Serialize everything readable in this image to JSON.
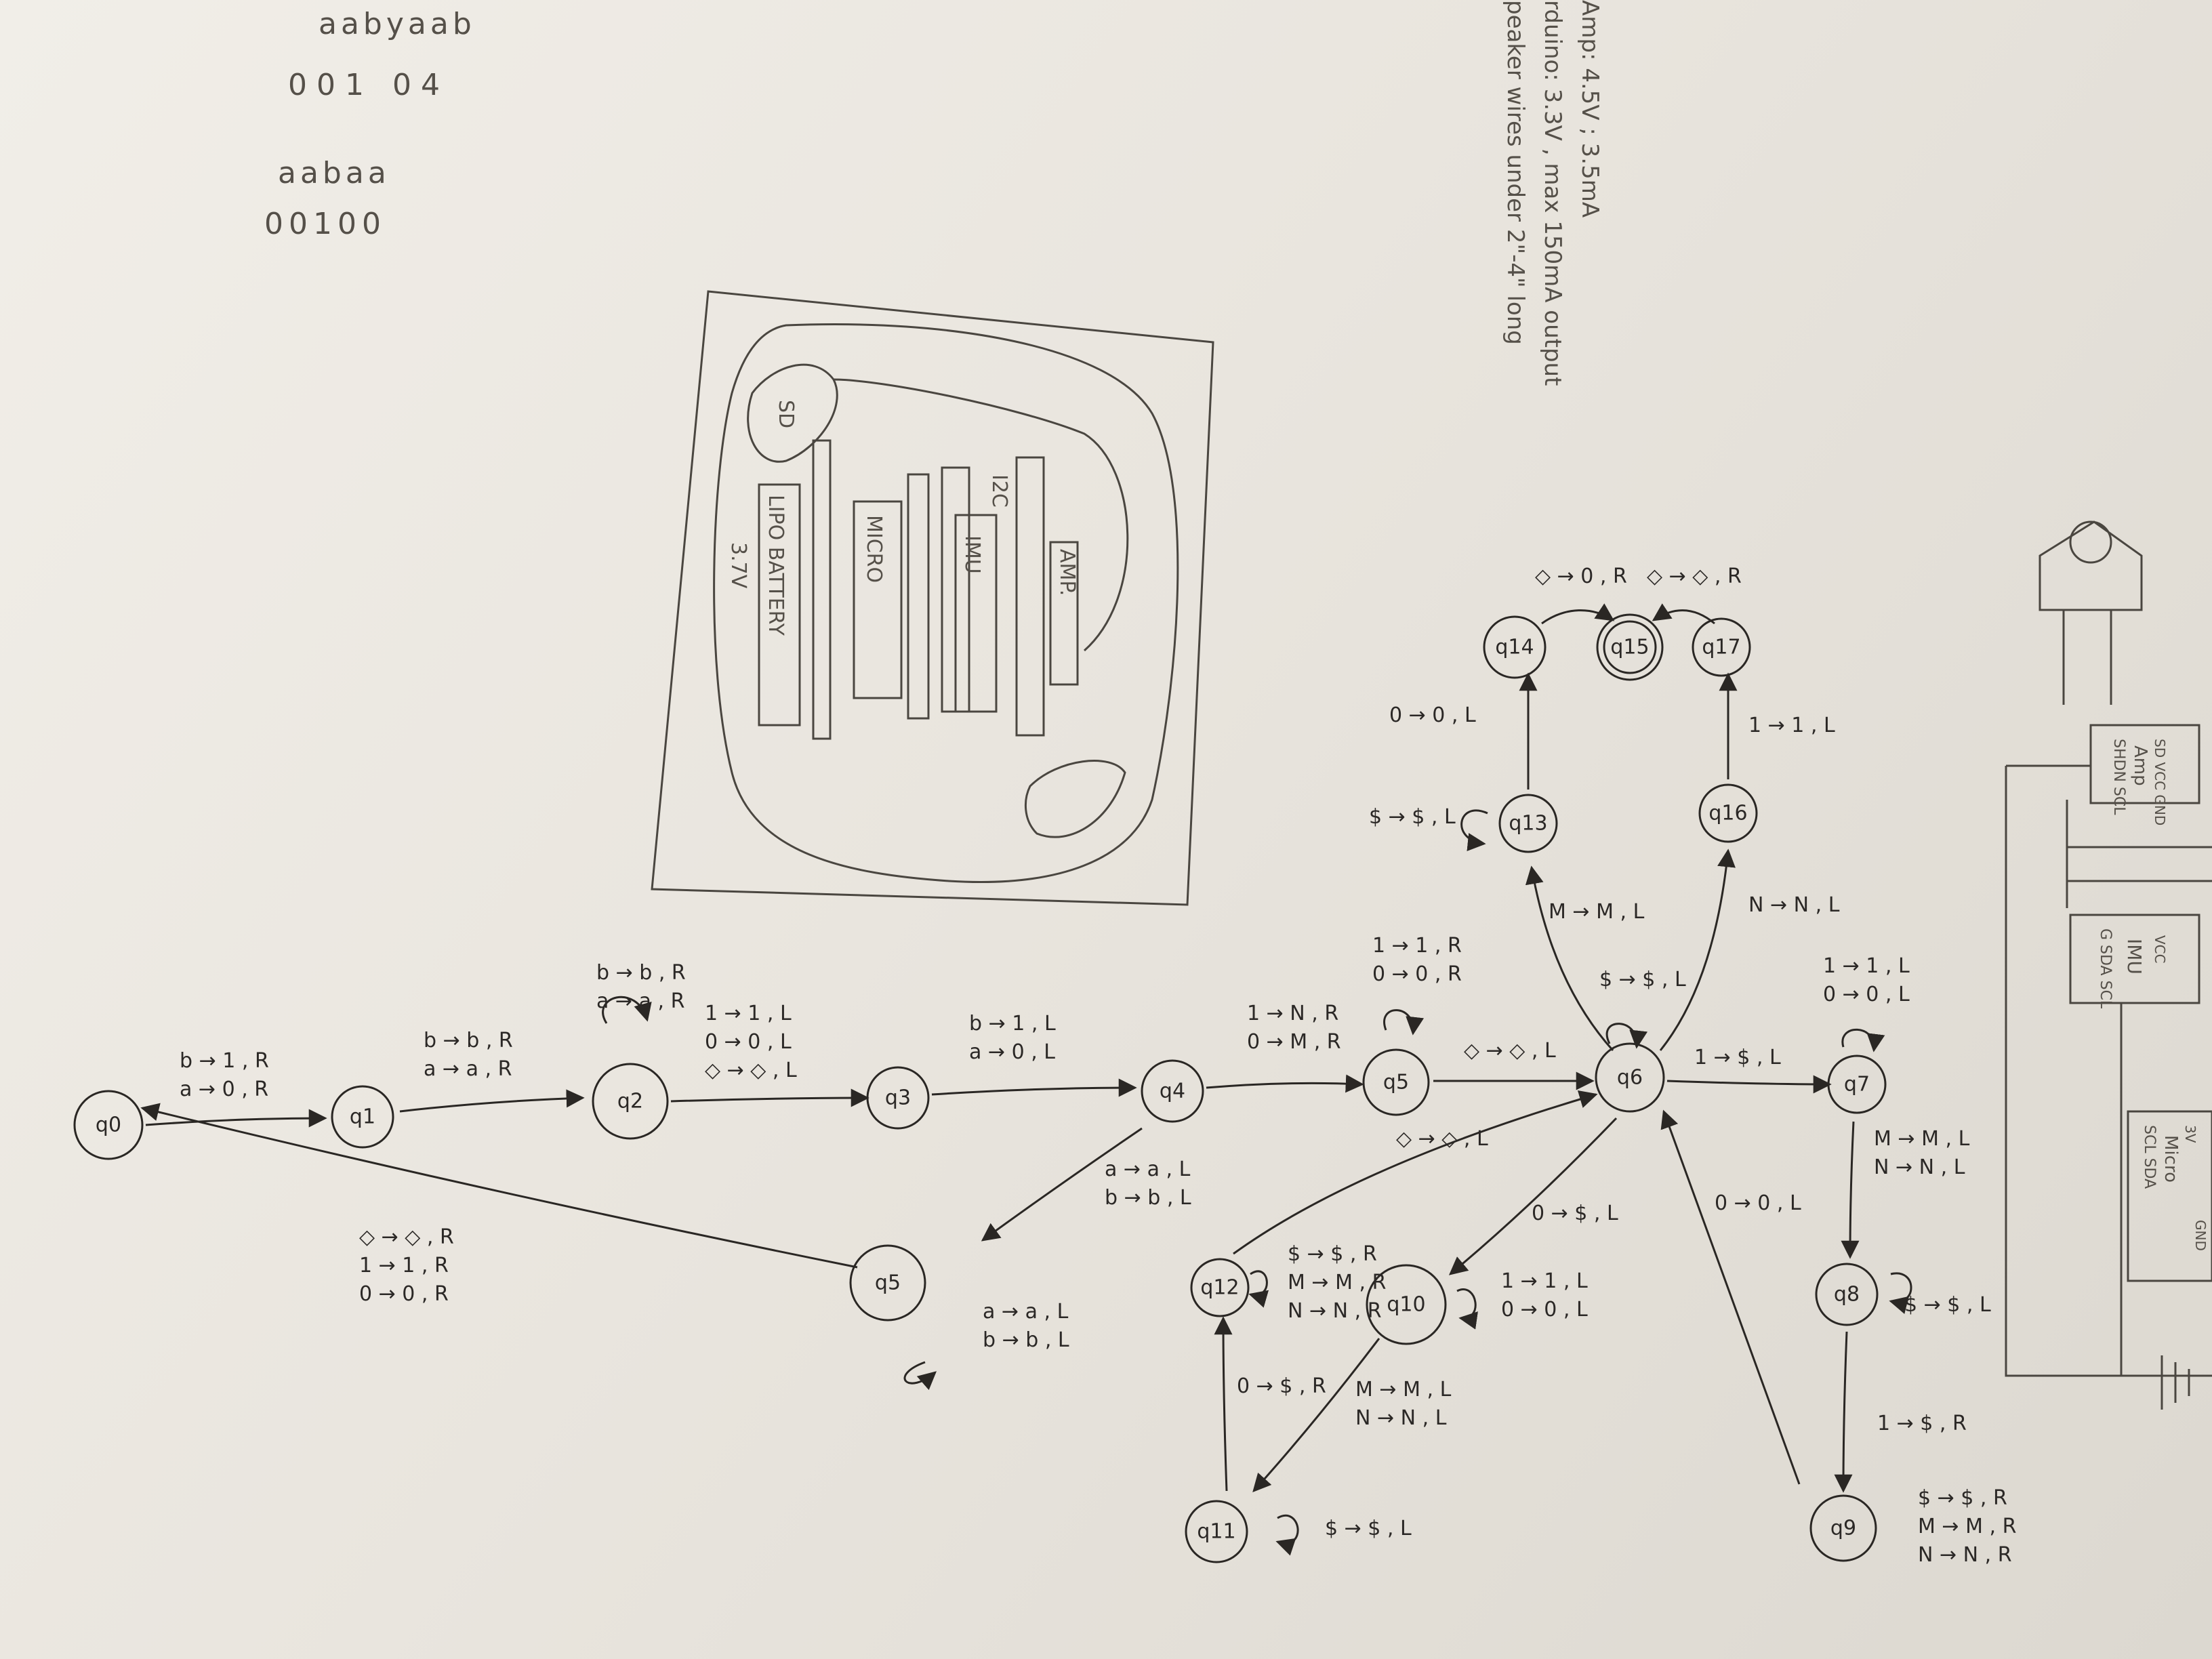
{
  "notes": {
    "string1": "aabyaab",
    "bits1": "001 04",
    "string2": "aabaa",
    "bits2": "00100",
    "amp": "Amp: 4.5V ; 3.5mA",
    "arduino": "rduino: 3.3V , max 150mA output",
    "speaker": "peaker wires under 2\"-4\" long"
  },
  "sketch": {
    "sd": "SD",
    "battery": "LIPO BATTERY",
    "battery_voltage": "3.7V",
    "micro": "MICRO",
    "imu": "IMU",
    "i2c": "I2C",
    "amp": "AMP."
  },
  "circuit": {
    "amp": "Amp",
    "amp_pins": "SHDN SCL",
    "amp_pins2": "SD VCC GND",
    "imu": "IMU",
    "imu_pins": "G SDA SCL",
    "imu_vcc": "VCC",
    "micro": "Micro",
    "micro_pins": "SCL SDA",
    "micro_3v": "3V",
    "gnd": "GND"
  },
  "states": [
    {
      "id": "q0",
      "label": "q0"
    },
    {
      "id": "q1",
      "label": "q1"
    },
    {
      "id": "q2",
      "label": "q2"
    },
    {
      "id": "q3",
      "label": "q3"
    },
    {
      "id": "q4",
      "label": "q4"
    },
    {
      "id": "q5a",
      "label": "q5"
    },
    {
      "id": "q5b",
      "label": "q5"
    },
    {
      "id": "q6",
      "label": "q6"
    },
    {
      "id": "q7",
      "label": "q7"
    },
    {
      "id": "q8",
      "label": "q8"
    },
    {
      "id": "q9",
      "label": "q9"
    },
    {
      "id": "q10",
      "label": "q10"
    },
    {
      "id": "q11",
      "label": "q11"
    },
    {
      "id": "q12",
      "label": "q12"
    },
    {
      "id": "q13",
      "label": "q13"
    },
    {
      "id": "q14",
      "label": "q14"
    },
    {
      "id": "q15",
      "label": "q15"
    },
    {
      "id": "q16",
      "label": "q16"
    },
    {
      "id": "q17",
      "label": "q17"
    }
  ],
  "transitions": {
    "q0_q1": [
      "b → 1 , R",
      "a → 0 , R"
    ],
    "q1_q2": [
      "b → b , R",
      "a → a , R"
    ],
    "q2_loop": [
      "b → b , R",
      "a → a , R"
    ],
    "q2_q3": [
      "1 → 1 , L",
      "0 → 0 , L",
      "◇ → ◇ , L"
    ],
    "q3_q4": [
      "b → 1 , L",
      "a → 0 , L"
    ],
    "q4_q5a": [
      "1 → N , R",
      "0 → M , R"
    ],
    "q4_q5b": [
      "a → a , L",
      "b → b , L"
    ],
    "q5b_loop": [
      "a → a , L",
      "b → b , L"
    ],
    "q5b_q0": [
      "◇ → ◇ , R",
      "1 → 1 , R",
      "0 → 0 , R"
    ],
    "q5a_loop": [
      "1 → 1 , R",
      "0 → 0 , R"
    ],
    "q5a_q6": [
      "◇ → ◇ , L"
    ],
    "q6_loop": [
      "$ → $ , L"
    ],
    "q6_q7": [
      "1 → $ , L"
    ],
    "q7_loop": [
      "1 → 1 , L",
      "0 → 0 , L"
    ],
    "q7_q8": [
      "M → M , L",
      "N → N , L"
    ],
    "q8_loop": [
      "$ → $ , L"
    ],
    "q8_q9": [
      "1 → $ , R"
    ],
    "q9_loop": [
      "$ → $ , R",
      "M → M , R",
      "N → N , R"
    ],
    "q9_q6": [
      "0 → 0 , L"
    ],
    "q6_q10": [
      "0 → $ , L"
    ],
    "q10_loop": [
      "1 → 1 , L",
      "0 → 0 , L"
    ],
    "q10_q11": [
      "M → M , L",
      "N → N , L"
    ],
    "q11_loop": [
      "$ → $ , L"
    ],
    "q11_q12": [
      "0 → $ , R"
    ],
    "q12_loop": [
      "$ → $ , R",
      "M → M , R",
      "N → N , R"
    ],
    "q12_q6": [
      "◇ → ◇ , L"
    ],
    "q6_q13": [
      "M → M , L"
    ],
    "q6_q16": [
      "N → N , L"
    ],
    "q13_loop": [
      "$ → $ , L"
    ],
    "q13_q14": [
      "0 → 0 , L"
    ],
    "q16_q17": [
      "1 → 1 , L"
    ],
    "q14_q15": [
      "◇ → 0 , R"
    ],
    "q17_q15": [
      "◇ → ◇ , R"
    ]
  }
}
